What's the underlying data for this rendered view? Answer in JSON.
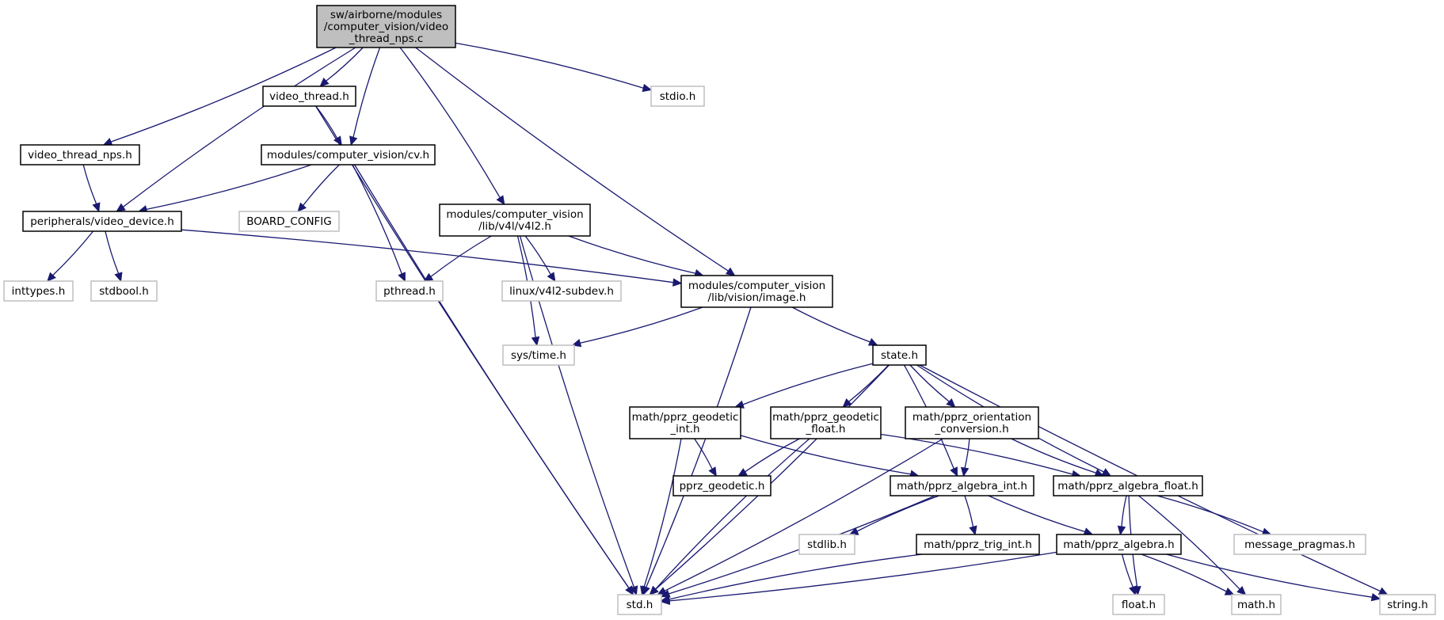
{
  "diagram": {
    "nodes": [
      {
        "id": "root",
        "lines": [
          "sw/airborne/modules",
          "/computer_vision/video",
          "_thread_nps.c"
        ],
        "kind": "root"
      },
      {
        "id": "video_thread_nps_h",
        "lines": [
          "video_thread_nps.h"
        ],
        "kind": "file"
      },
      {
        "id": "video_thread_h",
        "lines": [
          "video_thread.h"
        ],
        "kind": "file"
      },
      {
        "id": "stdio_h",
        "lines": [
          "stdio.h"
        ],
        "kind": "external"
      },
      {
        "id": "cv_h",
        "lines": [
          "modules/computer_vision/cv.h"
        ],
        "kind": "file"
      },
      {
        "id": "video_device_h",
        "lines": [
          "peripherals/video_device.h"
        ],
        "kind": "file"
      },
      {
        "id": "board_config",
        "lines": [
          "BOARD_CONFIG"
        ],
        "kind": "external"
      },
      {
        "id": "v4l2_h",
        "lines": [
          "modules/computer_vision",
          "/lib/v4l/v4l2.h"
        ],
        "kind": "file"
      },
      {
        "id": "inttypes_h",
        "lines": [
          "inttypes.h"
        ],
        "kind": "external"
      },
      {
        "id": "stdbool_h",
        "lines": [
          "stdbool.h"
        ],
        "kind": "external"
      },
      {
        "id": "pthread_h",
        "lines": [
          "pthread.h"
        ],
        "kind": "external"
      },
      {
        "id": "v4l2_subdev_h",
        "lines": [
          "linux/v4l2-subdev.h"
        ],
        "kind": "external"
      },
      {
        "id": "image_h",
        "lines": [
          "modules/computer_vision",
          "/lib/vision/image.h"
        ],
        "kind": "file"
      },
      {
        "id": "time_h",
        "lines": [
          "sys/time.h"
        ],
        "kind": "external"
      },
      {
        "id": "state_h",
        "lines": [
          "state.h"
        ],
        "kind": "file"
      },
      {
        "id": "geodetic_int_h",
        "lines": [
          "math/pprz_geodetic",
          "_int.h"
        ],
        "kind": "file"
      },
      {
        "id": "geodetic_float_h",
        "lines": [
          "math/pprz_geodetic",
          "_float.h"
        ],
        "kind": "file"
      },
      {
        "id": "orientation_h",
        "lines": [
          "math/pprz_orientation",
          "_conversion.h"
        ],
        "kind": "file"
      },
      {
        "id": "pprz_geodetic_h",
        "lines": [
          "pprz_geodetic.h"
        ],
        "kind": "file"
      },
      {
        "id": "algebra_int_h",
        "lines": [
          "math/pprz_algebra_int.h"
        ],
        "kind": "file"
      },
      {
        "id": "algebra_float_h",
        "lines": [
          "math/pprz_algebra_float.h"
        ],
        "kind": "file"
      },
      {
        "id": "stdlib_h",
        "lines": [
          "stdlib.h"
        ],
        "kind": "external"
      },
      {
        "id": "trig_int_h",
        "lines": [
          "math/pprz_trig_int.h"
        ],
        "kind": "file"
      },
      {
        "id": "algebra_h",
        "lines": [
          "math/pprz_algebra.h"
        ],
        "kind": "file"
      },
      {
        "id": "message_pragmas_h",
        "lines": [
          "message_pragmas.h"
        ],
        "kind": "external"
      },
      {
        "id": "std_h",
        "lines": [
          "std.h"
        ],
        "kind": "external"
      },
      {
        "id": "float_h",
        "lines": [
          "float.h"
        ],
        "kind": "external"
      },
      {
        "id": "math_h",
        "lines": [
          "math.h"
        ],
        "kind": "external"
      },
      {
        "id": "string_h",
        "lines": [
          "string.h"
        ],
        "kind": "external"
      }
    ],
    "edges": [
      [
        "root",
        "video_thread_nps_h"
      ],
      [
        "root",
        "video_device_h"
      ],
      [
        "root",
        "video_thread_h"
      ],
      [
        "root",
        "cv_h"
      ],
      [
        "root",
        "v4l2_h"
      ],
      [
        "root",
        "image_h"
      ],
      [
        "root",
        "stdio_h"
      ],
      [
        "video_thread_nps_h",
        "video_device_h"
      ],
      [
        "video_thread_h",
        "cv_h"
      ],
      [
        "video_thread_h",
        "std_h"
      ],
      [
        "cv_h",
        "video_device_h"
      ],
      [
        "cv_h",
        "board_config"
      ],
      [
        "cv_h",
        "pthread_h"
      ],
      [
        "cv_h",
        "std_h"
      ],
      [
        "video_device_h",
        "inttypes_h"
      ],
      [
        "video_device_h",
        "stdbool_h"
      ],
      [
        "video_device_h",
        "image_h"
      ],
      [
        "v4l2_h",
        "pthread_h"
      ],
      [
        "v4l2_h",
        "v4l2_subdev_h"
      ],
      [
        "v4l2_h",
        "image_h"
      ],
      [
        "v4l2_h",
        "time_h"
      ],
      [
        "v4l2_h",
        "std_h"
      ],
      [
        "image_h",
        "time_h"
      ],
      [
        "image_h",
        "state_h"
      ],
      [
        "image_h",
        "std_h"
      ],
      [
        "state_h",
        "geodetic_int_h"
      ],
      [
        "state_h",
        "geodetic_float_h"
      ],
      [
        "state_h",
        "orientation_h"
      ],
      [
        "state_h",
        "algebra_int_h"
      ],
      [
        "state_h",
        "algebra_float_h"
      ],
      [
        "state_h",
        "std_h"
      ],
      [
        "state_h",
        "string_h"
      ],
      [
        "geodetic_int_h",
        "pprz_geodetic_h"
      ],
      [
        "geodetic_int_h",
        "algebra_int_h"
      ],
      [
        "geodetic_int_h",
        "std_h"
      ],
      [
        "geodetic_float_h",
        "pprz_geodetic_h"
      ],
      [
        "geodetic_float_h",
        "algebra_float_h"
      ],
      [
        "geodetic_float_h",
        "std_h"
      ],
      [
        "orientation_h",
        "algebra_int_h"
      ],
      [
        "orientation_h",
        "algebra_float_h"
      ],
      [
        "orientation_h",
        "std_h"
      ],
      [
        "algebra_int_h",
        "stdlib_h"
      ],
      [
        "algebra_int_h",
        "trig_int_h"
      ],
      [
        "algebra_int_h",
        "algebra_h"
      ],
      [
        "algebra_int_h",
        "std_h"
      ],
      [
        "algebra_float_h",
        "algebra_h"
      ],
      [
        "algebra_float_h",
        "message_pragmas_h"
      ],
      [
        "algebra_float_h",
        "float_h"
      ],
      [
        "algebra_float_h",
        "math_h"
      ],
      [
        "trig_int_h",
        "std_h"
      ],
      [
        "algebra_h",
        "std_h"
      ],
      [
        "algebra_h",
        "float_h"
      ],
      [
        "algebra_h",
        "math_h"
      ],
      [
        "algebra_h",
        "string_h"
      ]
    ]
  },
  "colors": {
    "edge": "#191970",
    "root_fill": "#bfbfbf",
    "root_stroke": "#000000",
    "file_stroke": "#000000",
    "external_stroke": "#bfbfbf",
    "node_fill": "#ffffff"
  }
}
